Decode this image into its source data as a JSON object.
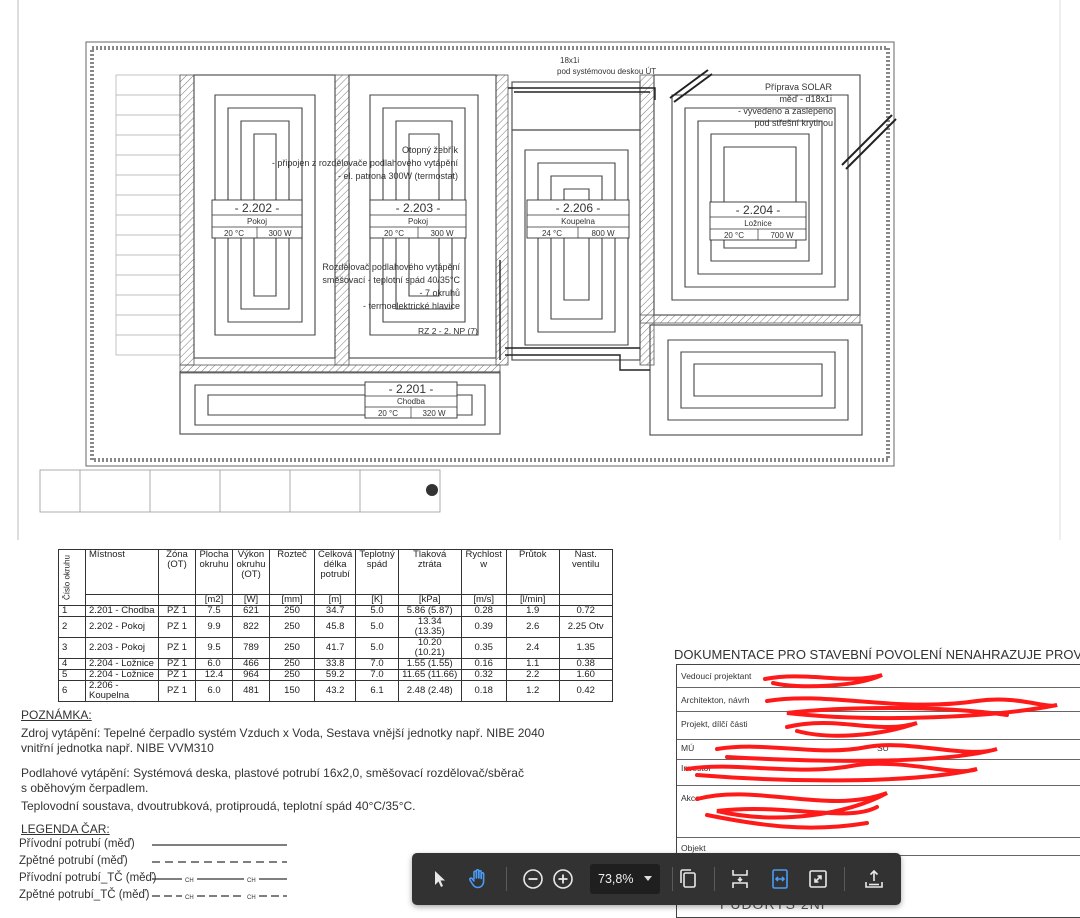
{
  "plan": {
    "rooms": [
      {
        "code": "- 2.202 -",
        "name": "Pokoj",
        "temp": "20 °C",
        "power": "300 W"
      },
      {
        "code": "- 2.203 -",
        "name": "Pokoj",
        "temp": "20 °C",
        "power": "300 W"
      },
      {
        "code": "- 2.206 -",
        "name": "Koupelna",
        "temp": "24 °C",
        "power": "800 W"
      },
      {
        "code": "- 2.204 -",
        "name": "Ložnice",
        "temp": "20 °C",
        "power": "700 W"
      },
      {
        "code": "- 2.201 -",
        "name": "Chodba",
        "temp": "20 °C",
        "power": "320 W"
      }
    ],
    "annotations": {
      "pipe_top_1": "18x1i",
      "pipe_top_2": "pod systémovou deskou ÚT",
      "solar_1": "Příprava SOLAR",
      "solar_2": "měď - d18x1i",
      "solar_3": "- vyvedeno a zaslepeno",
      "solar_4": "pod střešní krytinou",
      "ladder_1": "Otopný žebřík",
      "ladder_2": "- připojen z rozdělovače podlahového vytápění",
      "ladder_3": "- el. patrona 300W (termostat)",
      "manifold_1": "Rozdělovač podlahového vytápění",
      "manifold_2": "směšovací - teplotní spád 40/35°C",
      "manifold_3": "- 7 okruhů",
      "manifold_4": "- termoelektrické hlavice",
      "rz": "RZ 2 - 2. NP (7)"
    }
  },
  "schedule": {
    "headers": {
      "circuit": "Číslo okruhu",
      "room": "Místnost",
      "zone": "Zóna (OT)",
      "area": "Plocha okruhu",
      "output": "Výkon okruhu (OT)",
      "spacing": "Rozteč",
      "length": "Celková délka potrubí",
      "dt": "Teplotný spád",
      "dp": "Tlaková ztráta",
      "velocity": "Rychlost w",
      "flow": "Průtok",
      "valve": "Nast. ventilu"
    },
    "units": [
      "",
      "",
      "",
      "[m2]",
      "[W]",
      "[mm]",
      "[m]",
      "[K]",
      "[kPa]",
      "[m/s]",
      "[l/min]",
      ""
    ],
    "rows": [
      [
        "1",
        "2.201 - Chodba",
        "PZ 1",
        "7.5",
        "621",
        "250",
        "34.7",
        "5.0",
        "5.86 (5.87)",
        "0.28",
        "1.9",
        "0.72"
      ],
      [
        "2",
        "2.202 - Pokoj",
        "PZ 1",
        "9.9",
        "822",
        "250",
        "45.8",
        "5.0",
        "13.34 (13.35)",
        "0.39",
        "2.6",
        "2.25 Otv"
      ],
      [
        "3",
        "2.203 - Pokoj",
        "PZ 1",
        "9.5",
        "789",
        "250",
        "41.7",
        "5.0",
        "10.20 (10.21)",
        "0.35",
        "2.4",
        "1.35"
      ],
      [
        "4",
        "2.204 - Ložnice",
        "PZ 1",
        "6.0",
        "466",
        "250",
        "33.8",
        "7.0",
        "1.55 (1.55)",
        "0.16",
        "1.1",
        "0.38"
      ],
      [
        "5",
        "2.204 - Ložnice",
        "PZ 1",
        "12.4",
        "964",
        "250",
        "59.2",
        "7.0",
        "11.65 (11.66)",
        "0.32",
        "2.2",
        "1.60"
      ],
      [
        "6",
        "2.206 - Koupelna",
        "PZ 1",
        "6.0",
        "481",
        "150",
        "43.2",
        "6.1",
        "2.48 (2.48)",
        "0.18",
        "1.2",
        "0.42"
      ]
    ]
  },
  "notes": {
    "heading": "POZNÁMKA:",
    "source_1": "Zdroj vytápění: Tepelné čerpadlo systém Vzduch x Voda, Sestava vnější jednotky např. NIBE 2040",
    "source_2": "vnitřní jednotka např. NIBE VVM310",
    "floor_1": "Podlahové vytápění: Systémová deska, plastové potrubí 16x2,0, směšovací rozdělovač/sběrač",
    "floor_2": "s oběhovým čerpadlem.",
    "system": "Teplovodní soustava, dvoutrubková, protiproudá, teplotní spád 40°C/35°C."
  },
  "legend": {
    "heading": "LEGENDA ČAR:",
    "items": [
      "Přívodní potrubí (měď)",
      "Zpětné potrubí (měď)",
      "Přívodní potrubí_TČ (měď)",
      "Zpětné potrubí_TČ (měď)"
    ],
    "ch": "CH"
  },
  "title_block": {
    "title": "DOKUMENTACE PRO STAVEBNÍ POVOLENÍ NENAHRAZUJE PROVÁDĚ",
    "rows": [
      "Vedoucí projektant",
      "Architekton, návrh",
      "Projekt, dílčí části",
      "MÚ",
      "Investor",
      "Akce",
      "Objekt"
    ],
    "su": "SÚ",
    "bottom": "PŮDORYS 2NP"
  },
  "toolbar": {
    "zoom": "73,8%",
    "colors": {
      "bg": "#323232",
      "active": "#4a9cf5",
      "icon": "#e8e8e8"
    },
    "icons": [
      "select-arrow-icon",
      "hand-icon",
      "zoom-out-icon",
      "zoom-in-icon",
      "copy-pages-icon",
      "fit-page-icon",
      "fit-width-icon",
      "fullscreen-icon",
      "share-icon"
    ]
  }
}
